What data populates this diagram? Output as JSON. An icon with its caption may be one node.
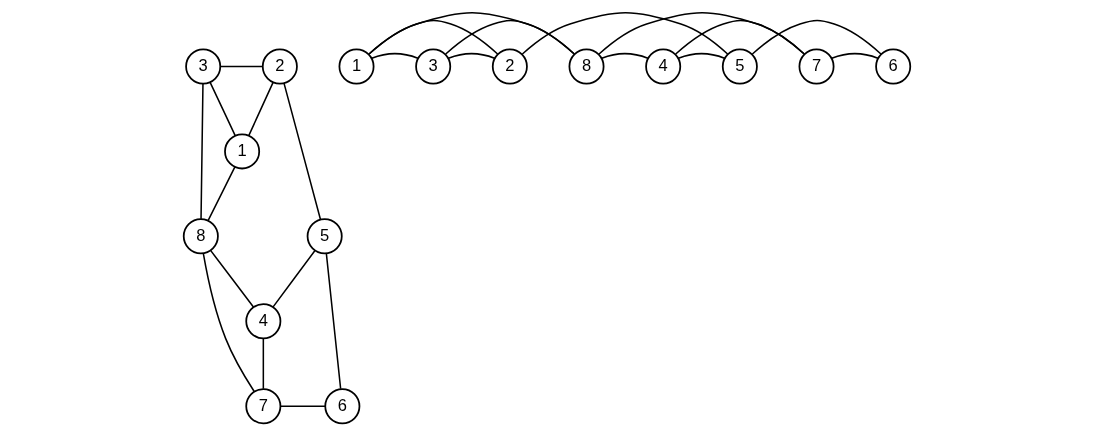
{
  "diagram": {
    "nodes": [
      {
        "text": [
          "3"
        ]
      },
      {
        "text": [
          "2"
        ]
      },
      {
        "text": [
          "1"
        ]
      },
      {
        "text": [
          "8"
        ]
      },
      {
        "text": [
          "5"
        ]
      },
      {
        "text": [
          "4"
        ]
      },
      {
        "text": [
          "7"
        ]
      },
      {
        "text": [
          "6"
        ]
      },
      {
        "text": [
          "1"
        ]
      },
      {
        "text": [
          "3"
        ]
      },
      {
        "text": [
          "2"
        ]
      },
      {
        "text": [
          "8"
        ]
      },
      {
        "text": [
          "4"
        ]
      },
      {
        "text": [
          "5"
        ]
      },
      {
        "text": [
          "7"
        ]
      },
      {
        "text": [
          "6"
        ]
      }
    ],
    "edges": [
      {
        "from": 0,
        "to": 1,
        "arrow": "none"
      },
      {
        "from": 0,
        "to": 2,
        "arrow": "none"
      },
      {
        "from": 1,
        "to": 2,
        "arrow": "none"
      },
      {
        "from": 0,
        "to": 3,
        "arrow": "none"
      },
      {
        "from": 2,
        "to": 3,
        "arrow": "none"
      },
      {
        "from": 1,
        "to": 4,
        "arrow": "none"
      },
      {
        "from": 3,
        "to": 5,
        "arrow": "none"
      },
      {
        "from": 4,
        "to": 5,
        "arrow": "none"
      },
      {
        "from": 3,
        "to": 6,
        "arrow": "none"
      },
      {
        "from": 5,
        "to": 6,
        "arrow": "none"
      },
      {
        "from": 4,
        "to": 7,
        "arrow": "none"
      },
      {
        "from": 6,
        "to": 7,
        "arrow": "none"
      },
      {
        "from": 8,
        "to": 9,
        "arrow": "none"
      },
      {
        "from": 9,
        "to": 10,
        "arrow": "none"
      },
      {
        "from": 11,
        "to": 12,
        "arrow": "none"
      },
      {
        "from": 12,
        "to": 13,
        "arrow": "none"
      },
      {
        "from": 14,
        "to": 15,
        "arrow": "none"
      },
      {
        "from": 8,
        "to": 11,
        "arrow": "none"
      },
      {
        "from": 8,
        "to": 10,
        "arrow": "none"
      },
      {
        "from": 9,
        "to": 11,
        "arrow": "none"
      },
      {
        "from": 10,
        "to": 13,
        "arrow": "none"
      },
      {
        "from": 11,
        "to": 14,
        "arrow": "none"
      },
      {
        "from": 12,
        "to": 14,
        "arrow": "none"
      },
      {
        "from": 13,
        "to": 15,
        "arrow": "none"
      }
    ]
  }
}
